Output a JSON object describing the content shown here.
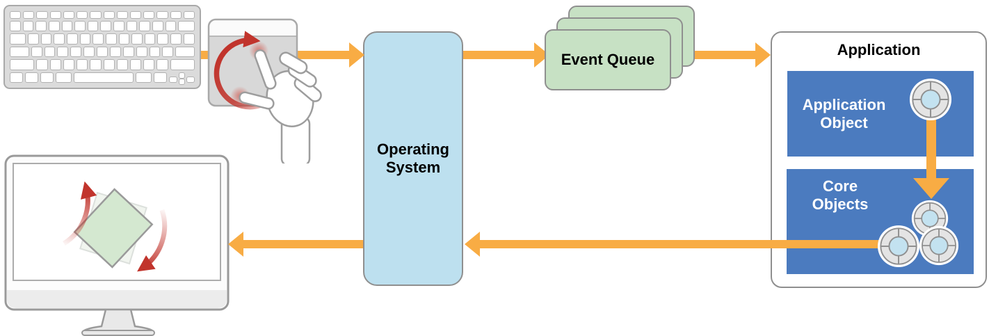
{
  "labels": {
    "operating_system": "Operating System",
    "event_queue": "Event Queue",
    "application": "Application",
    "application_object": "Application Object",
    "core_objects": "Core Objects"
  },
  "colors": {
    "accent_orange": "#F8AC44",
    "os_box_fill": "#BDE0EF",
    "queue_card_fill": "#C7E1C4",
    "panel_blue": "#4B7BBF",
    "gesture_red": "#C1342C",
    "border_gray": "#8F8F8F",
    "screen_square_green": "#D4E8D0"
  },
  "icons": [
    "keyboard-icon",
    "trackpad-rotate-gesture-icon",
    "hand-two-finger-rotate-icon",
    "monitor-icon",
    "rotated-square-icon",
    "rotate-cw-arrow-icon",
    "rotate-ccw-arrow-icon",
    "flow-arrow-icon",
    "life-preserver-object-icon"
  ]
}
